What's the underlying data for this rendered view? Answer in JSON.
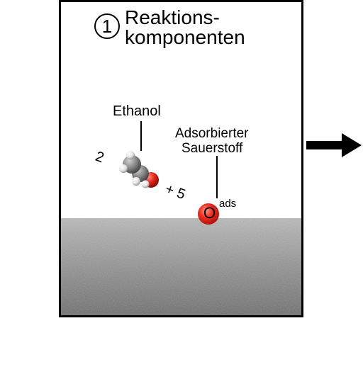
{
  "step_number": "1",
  "title_line1": "Reaktions-",
  "title_line2": "komponenten",
  "ethanol": {
    "label": "Ethanol",
    "coefficient": "2"
  },
  "oxygen": {
    "label_line1": "Adsorbierter",
    "label_line2": "Sauerstoff",
    "coefficient": "+ 5",
    "symbol": "O",
    "subscript": "ads"
  },
  "colors": {
    "oxygen_atom": "#e8281a",
    "carbon_atom": "#8a8a8a",
    "hydrogen_atom": "#e6e6e6",
    "surface": "#9a9a9a"
  }
}
